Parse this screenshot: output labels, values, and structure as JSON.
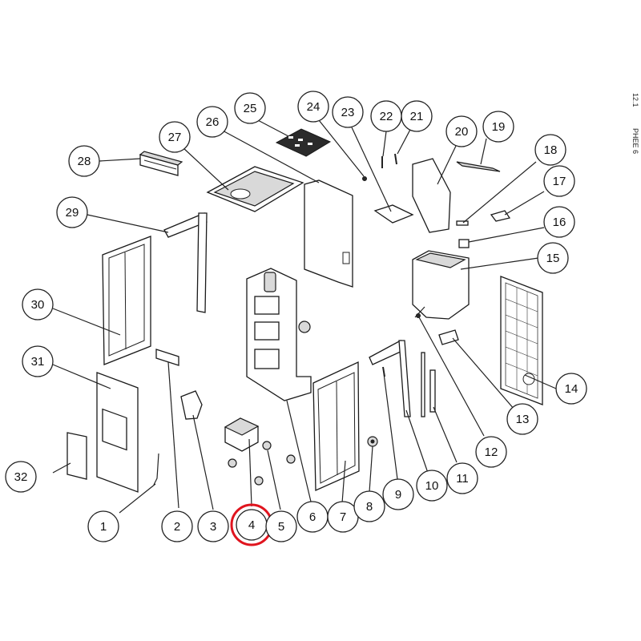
{
  "diagram": {
    "callouts": [
      {
        "label": "1"
      },
      {
        "label": "2"
      },
      {
        "label": "3"
      },
      {
        "label": "4"
      },
      {
        "label": "5"
      },
      {
        "label": "6"
      },
      {
        "label": "7"
      },
      {
        "label": "8"
      },
      {
        "label": "9"
      },
      {
        "label": "10"
      },
      {
        "label": "11"
      },
      {
        "label": "12"
      },
      {
        "label": "13"
      },
      {
        "label": "14"
      },
      {
        "label": "15"
      },
      {
        "label": "16"
      },
      {
        "label": "17"
      },
      {
        "label": "18"
      },
      {
        "label": "19"
      },
      {
        "label": "20"
      },
      {
        "label": "21"
      },
      {
        "label": "22"
      },
      {
        "label": "23"
      },
      {
        "label": "24"
      },
      {
        "label": "25"
      },
      {
        "label": "26"
      },
      {
        "label": "27"
      },
      {
        "label": "28"
      },
      {
        "label": "29"
      },
      {
        "label": "30"
      },
      {
        "label": "31"
      },
      {
        "label": "32"
      }
    ],
    "highlighted_callout": "4",
    "highlight_color": "#e0141e",
    "edge_text_top": "12.1",
    "edge_text_model": "PHEE 6"
  }
}
